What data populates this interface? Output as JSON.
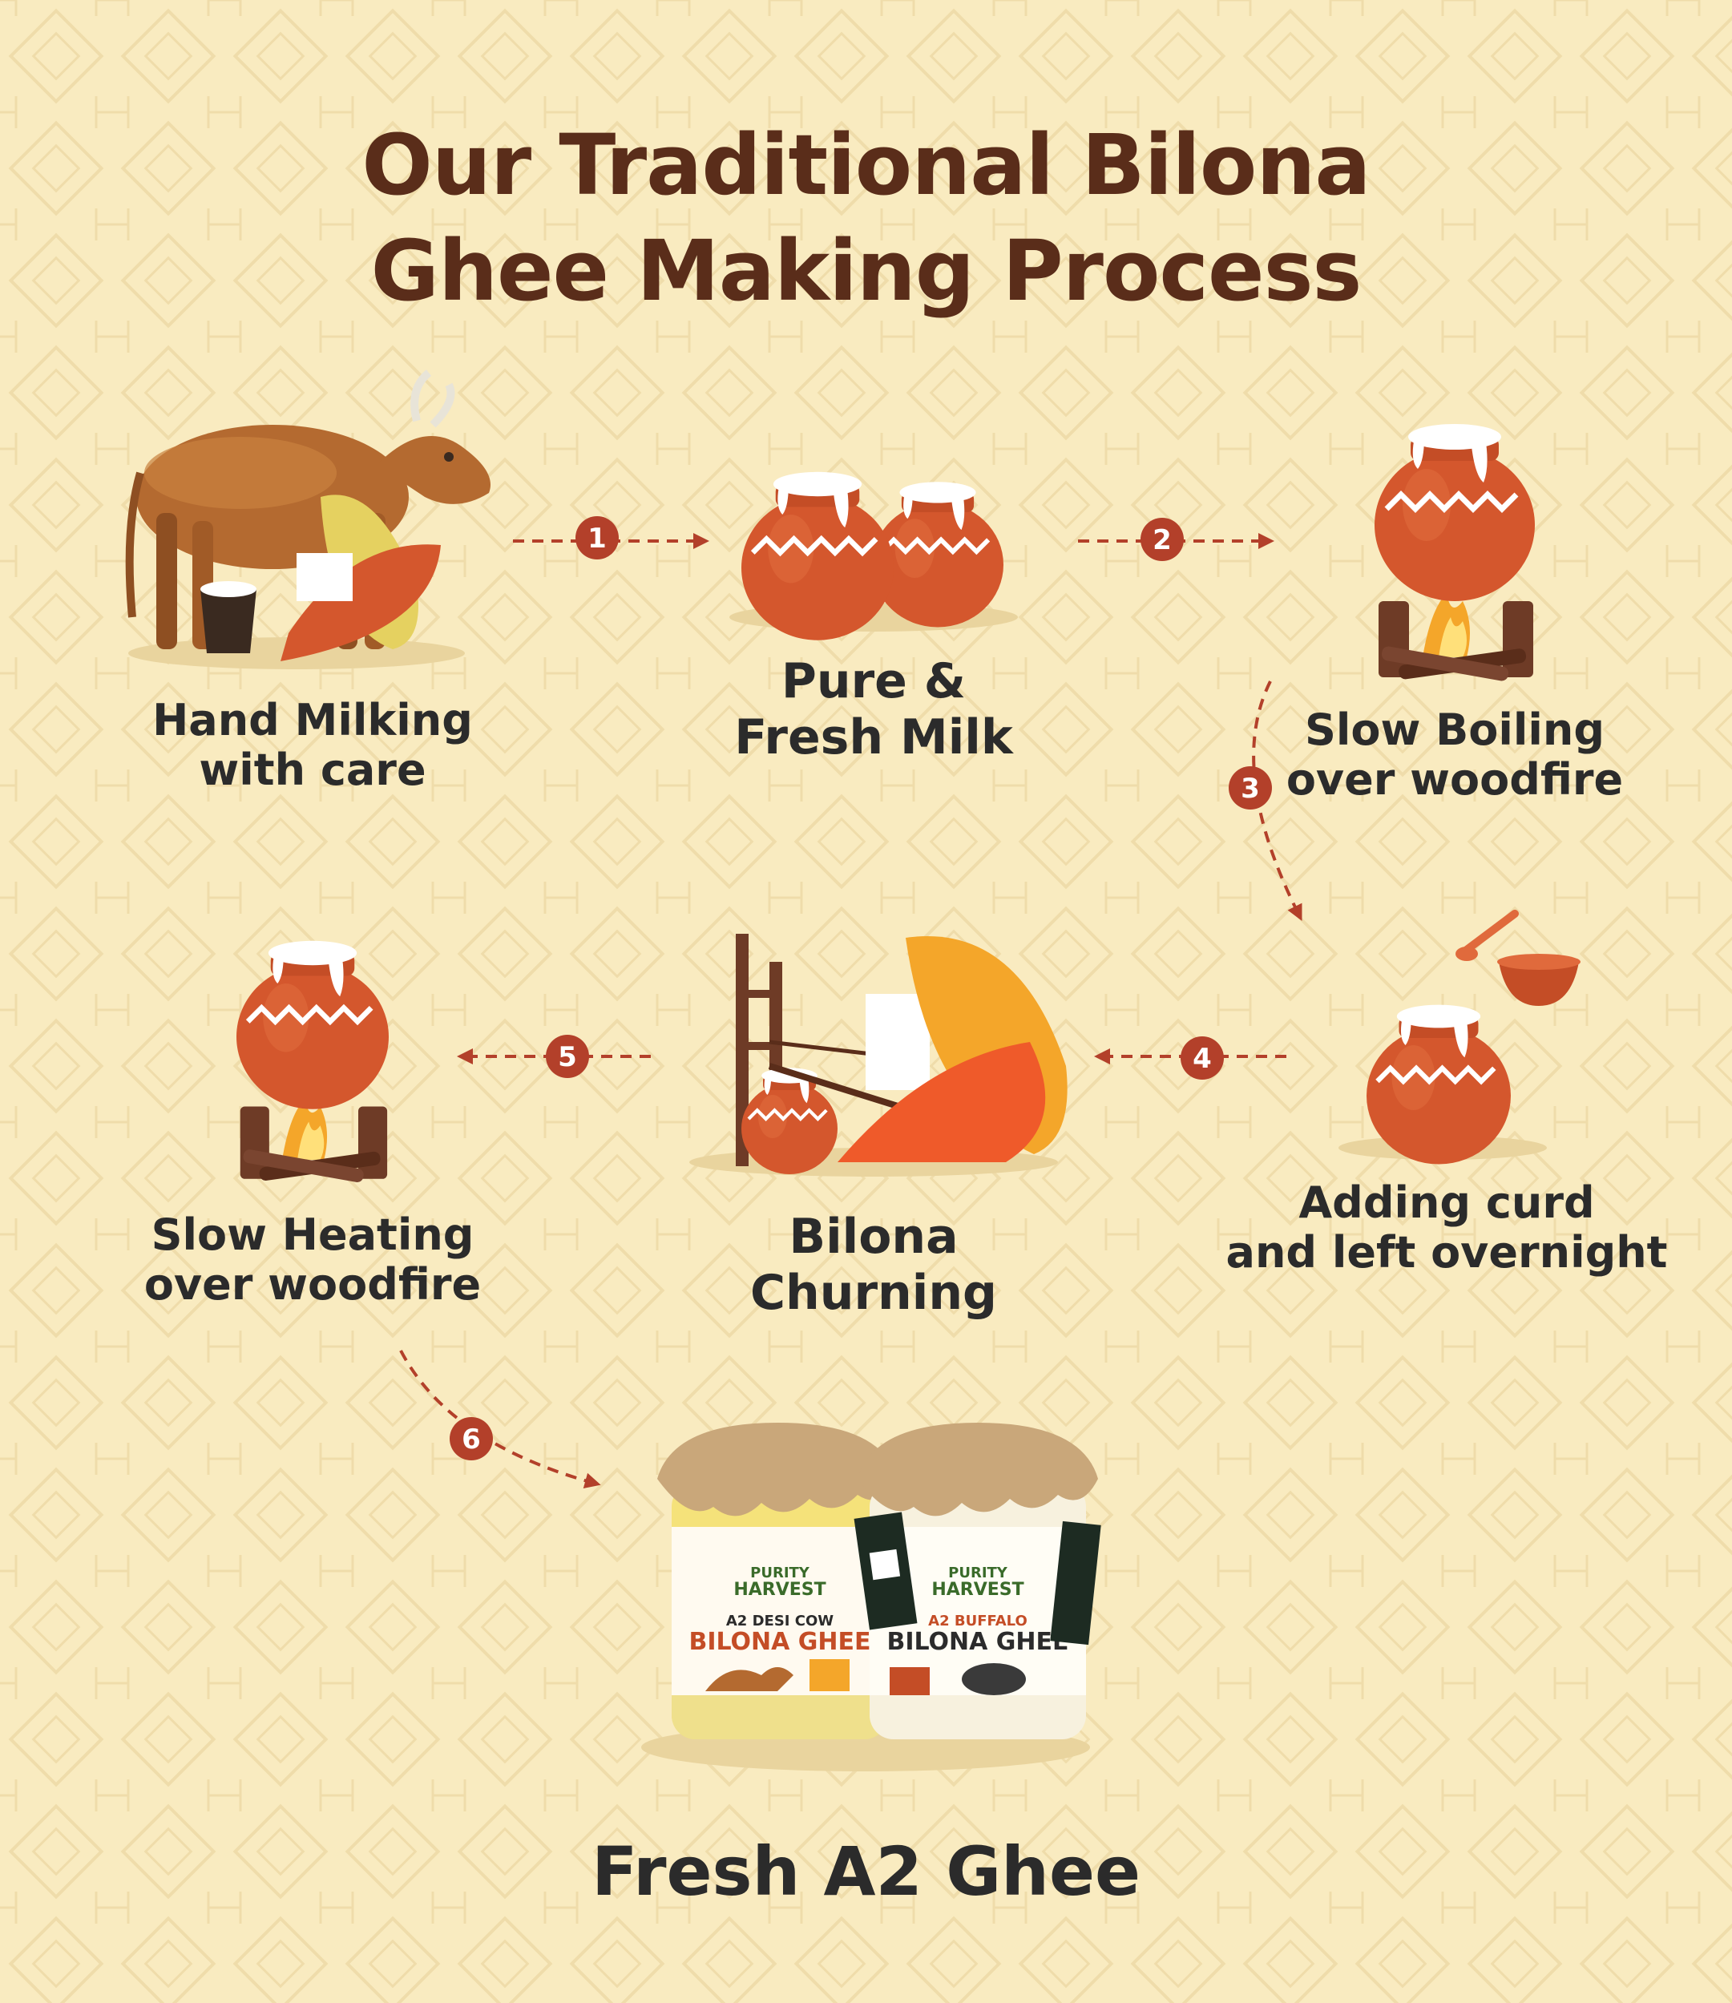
{
  "title": {
    "line1": "Our Traditional Bilona",
    "line2": "Ghee Making Process"
  },
  "steps": [
    {
      "number": "1",
      "line1": "Hand Milking",
      "line2": "with care"
    },
    {
      "number": "2",
      "line1": "Pure &",
      "line2": "Fresh Milk"
    },
    {
      "number": "3",
      "line1": "Slow Boiling",
      "line2": "over woodfire"
    },
    {
      "number": "4",
      "line1": "Adding curd",
      "line2": "and left overnight"
    },
    {
      "number": "5",
      "line1": "Bilona",
      "line2": "Churning"
    },
    {
      "number": "6",
      "line1": "Slow Heating",
      "line2": "over woodfire"
    }
  ],
  "product": {
    "label": "Fresh A2 Ghee",
    "jars": [
      {
        "brand_line1": "PURITY",
        "brand_line2": "HARVEST",
        "variant": "A2 DESI COW",
        "name": "BILONA GHEE"
      },
      {
        "brand_line1": "PURITY",
        "brand_line2": "HARVEST",
        "variant": "A2 BUFFALO",
        "name": "BILONA GHEE"
      }
    ]
  },
  "colors": {
    "background": "#f9ebc0",
    "title": "#5a2d1a",
    "accent": "#b3402a",
    "clay": "#d4572d",
    "text": "#2b2b2b"
  }
}
